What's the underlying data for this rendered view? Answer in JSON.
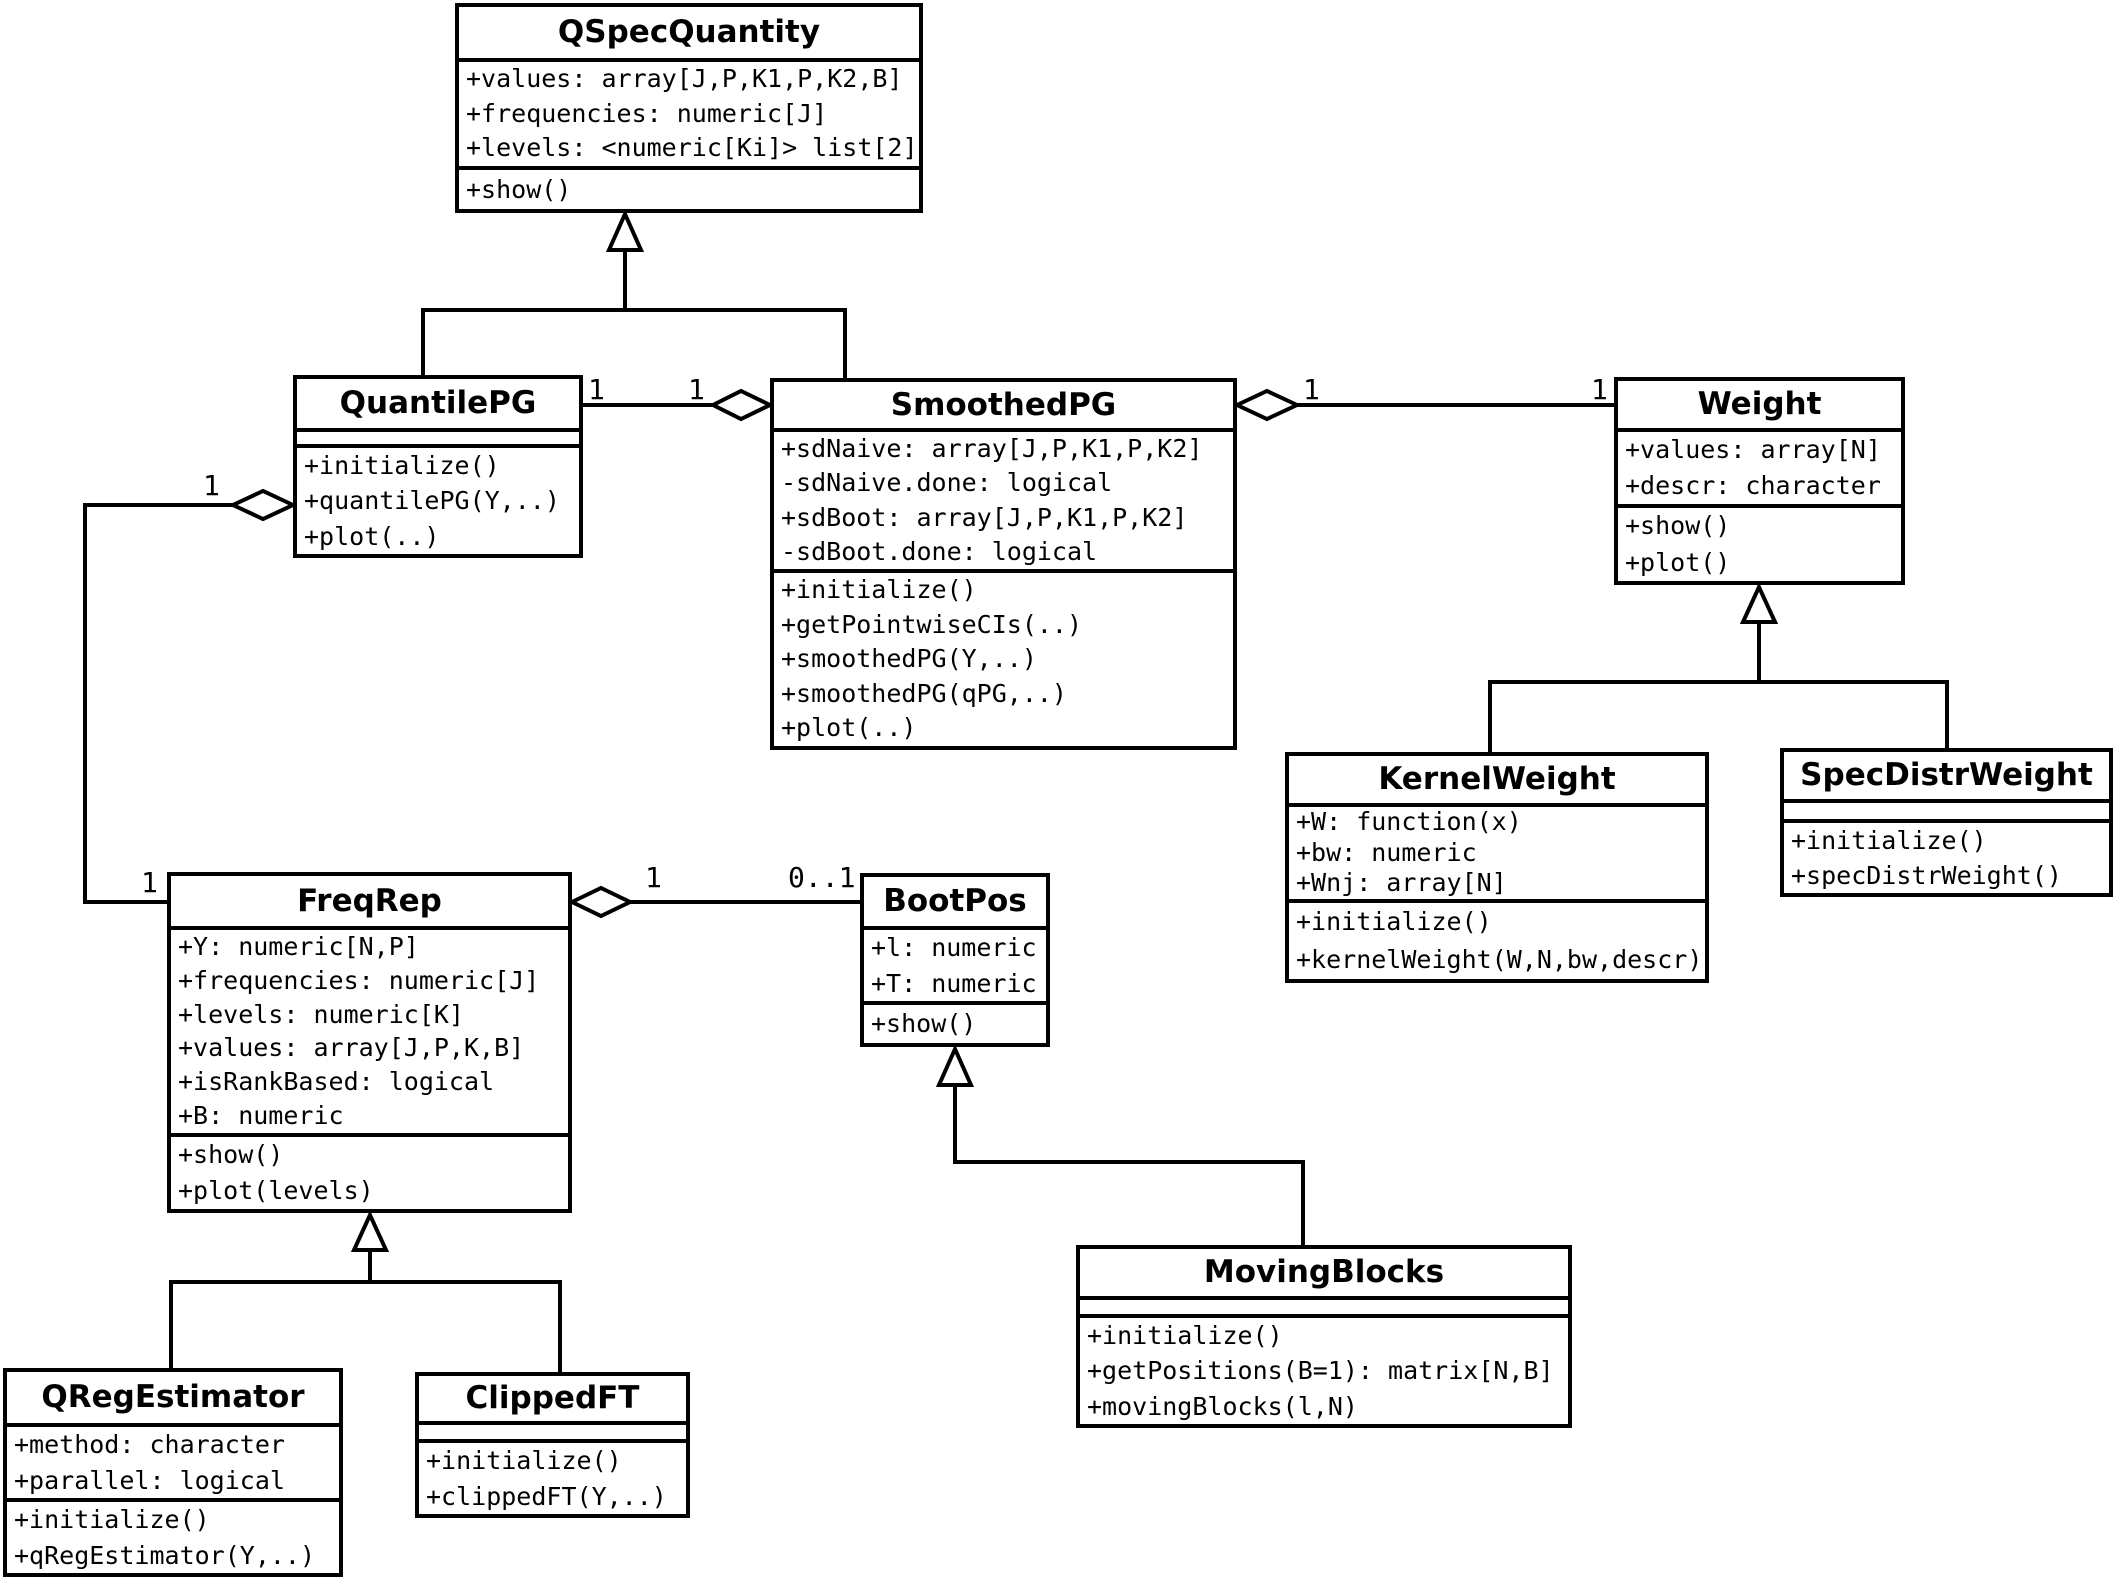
{
  "diagram": {
    "type": "uml-class-diagram",
    "background": "#ffffff",
    "line_color": "#000000",
    "classes": [
      {
        "id": "qspecquantity",
        "name": "QSpecQuantity",
        "attributes": [
          "+values: array[J,P,K1,P,K2,B]",
          "+frequencies: numeric[J]",
          "+levels: <numeric[Ki]> list[2]"
        ],
        "methods": [
          "+show()"
        ]
      },
      {
        "id": "quantilepg",
        "name": "QuantilePG",
        "attributes": [],
        "methods": [
          "+initialize()",
          "+quantilePG(Y,..)",
          "+plot(..)"
        ]
      },
      {
        "id": "smoothedpg",
        "name": "SmoothedPG",
        "attributes": [
          "+sdNaive: array[J,P,K1,P,K2]",
          "-sdNaive.done: logical",
          "+sdBoot: array[J,P,K1,P,K2]",
          "-sdBoot.done: logical"
        ],
        "methods": [
          "+initialize()",
          "+getPointwiseCIs(..)",
          "+smoothedPG(Y,..)",
          "+smoothedPG(qPG,..)",
          "+plot(..)"
        ]
      },
      {
        "id": "weight",
        "name": "Weight",
        "attributes": [
          "+values: array[N]",
          "+descr: character"
        ],
        "methods": [
          "+show()",
          "+plot()"
        ]
      },
      {
        "id": "kernelweight",
        "name": "KernelWeight",
        "attributes": [
          "+W: function(x)",
          "+bw: numeric",
          "+Wnj: array[N]"
        ],
        "methods": [
          "+initialize()",
          "+kernelWeight(W,N,bw,descr)"
        ]
      },
      {
        "id": "specdistrweight",
        "name": "SpecDistrWeight",
        "attributes": [],
        "methods": [
          "+initialize()",
          "+specDistrWeight()"
        ]
      },
      {
        "id": "freqrep",
        "name": "FreqRep",
        "attributes": [
          "+Y: numeric[N,P]",
          "+frequencies: numeric[J]",
          "+levels: numeric[K]",
          "+values: array[J,P,K,B]",
          "+isRankBased: logical",
          "+B: numeric"
        ],
        "methods": [
          "+show()",
          "+plot(levels)"
        ]
      },
      {
        "id": "bootpos",
        "name": "BootPos",
        "attributes": [
          "+l: numeric",
          "+T: numeric"
        ],
        "methods": [
          "+show()"
        ]
      },
      {
        "id": "qregestimator",
        "name": "QRegEstimator",
        "attributes": [
          "+method: character",
          "+parallel: logical"
        ],
        "methods": [
          "+initialize()",
          "+qRegEstimator(Y,..)"
        ]
      },
      {
        "id": "clippedft",
        "name": "ClippedFT",
        "attributes": [],
        "methods": [
          "+initialize()",
          "+clippedFT(Y,..)"
        ]
      },
      {
        "id": "movingblocks",
        "name": "MovingBlocks",
        "attributes": [],
        "methods": [
          "+initialize()",
          "+getPositions(B=1): matrix[N,B]",
          "+movingBlocks(l,N)"
        ]
      }
    ],
    "associations": [
      {
        "from": "QuantilePG",
        "to": "SmoothedPG",
        "type": "aggregation",
        "diamond_at": "SmoothedPG",
        "labels": [
          "1",
          "1"
        ]
      },
      {
        "from": "SmoothedPG",
        "to": "Weight",
        "type": "aggregation",
        "diamond_at": "SmoothedPG",
        "labels": [
          "1",
          "1"
        ]
      },
      {
        "from": "QuantilePG",
        "to": "FreqRep",
        "type": "aggregation",
        "diamond_at": "QuantilePG",
        "labels": [
          "1",
          "1"
        ]
      },
      {
        "from": "FreqRep",
        "to": "BootPos",
        "type": "aggregation",
        "diamond_at": "FreqRep",
        "labels": [
          "1",
          "0..1"
        ]
      }
    ],
    "generalizations": [
      {
        "parent": "QSpecQuantity",
        "children": [
          "QuantilePG",
          "SmoothedPG"
        ]
      },
      {
        "parent": "Weight",
        "children": [
          "KernelWeight",
          "SpecDistrWeight"
        ]
      },
      {
        "parent": "FreqRep",
        "children": [
          "QRegEstimator",
          "ClippedFT"
        ]
      },
      {
        "parent": "BootPos",
        "children": [
          "MovingBlocks"
        ]
      }
    ]
  }
}
